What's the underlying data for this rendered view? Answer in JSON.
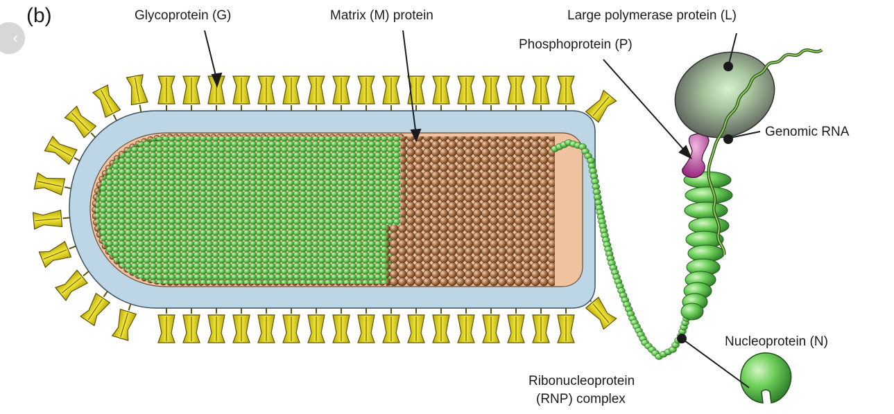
{
  "panel_label": "(b)",
  "back_control": "‹",
  "labels": {
    "glycoprotein": "Glycoprotein (G)",
    "matrix": "Matrix (M) protein",
    "polymerase": "Large polymerase protein (L)",
    "phosphoprotein": "Phosphoprotein (P)",
    "genomic_rna": "Genomic RNA",
    "nucleoprotein": "Nucleoprotein (N)",
    "rnp_line1": "Ribonucleoprotein",
    "rnp_line2": "(RNP) complex"
  },
  "colors": {
    "glycoprotein": "#e8dc1e",
    "membrane": "#bcd6e6",
    "matrix": "#a86b43",
    "inner": "#f0c3a0",
    "nucleocapsid": "#5fc450",
    "polymerase": "#8a8c8a",
    "phosphoprotein": "#b9379a",
    "text": "#1a1a1a"
  },
  "icons": [
    "back-chevron-icon",
    "glycoprotein-spike-icon",
    "nucleoprotein-icon"
  ]
}
